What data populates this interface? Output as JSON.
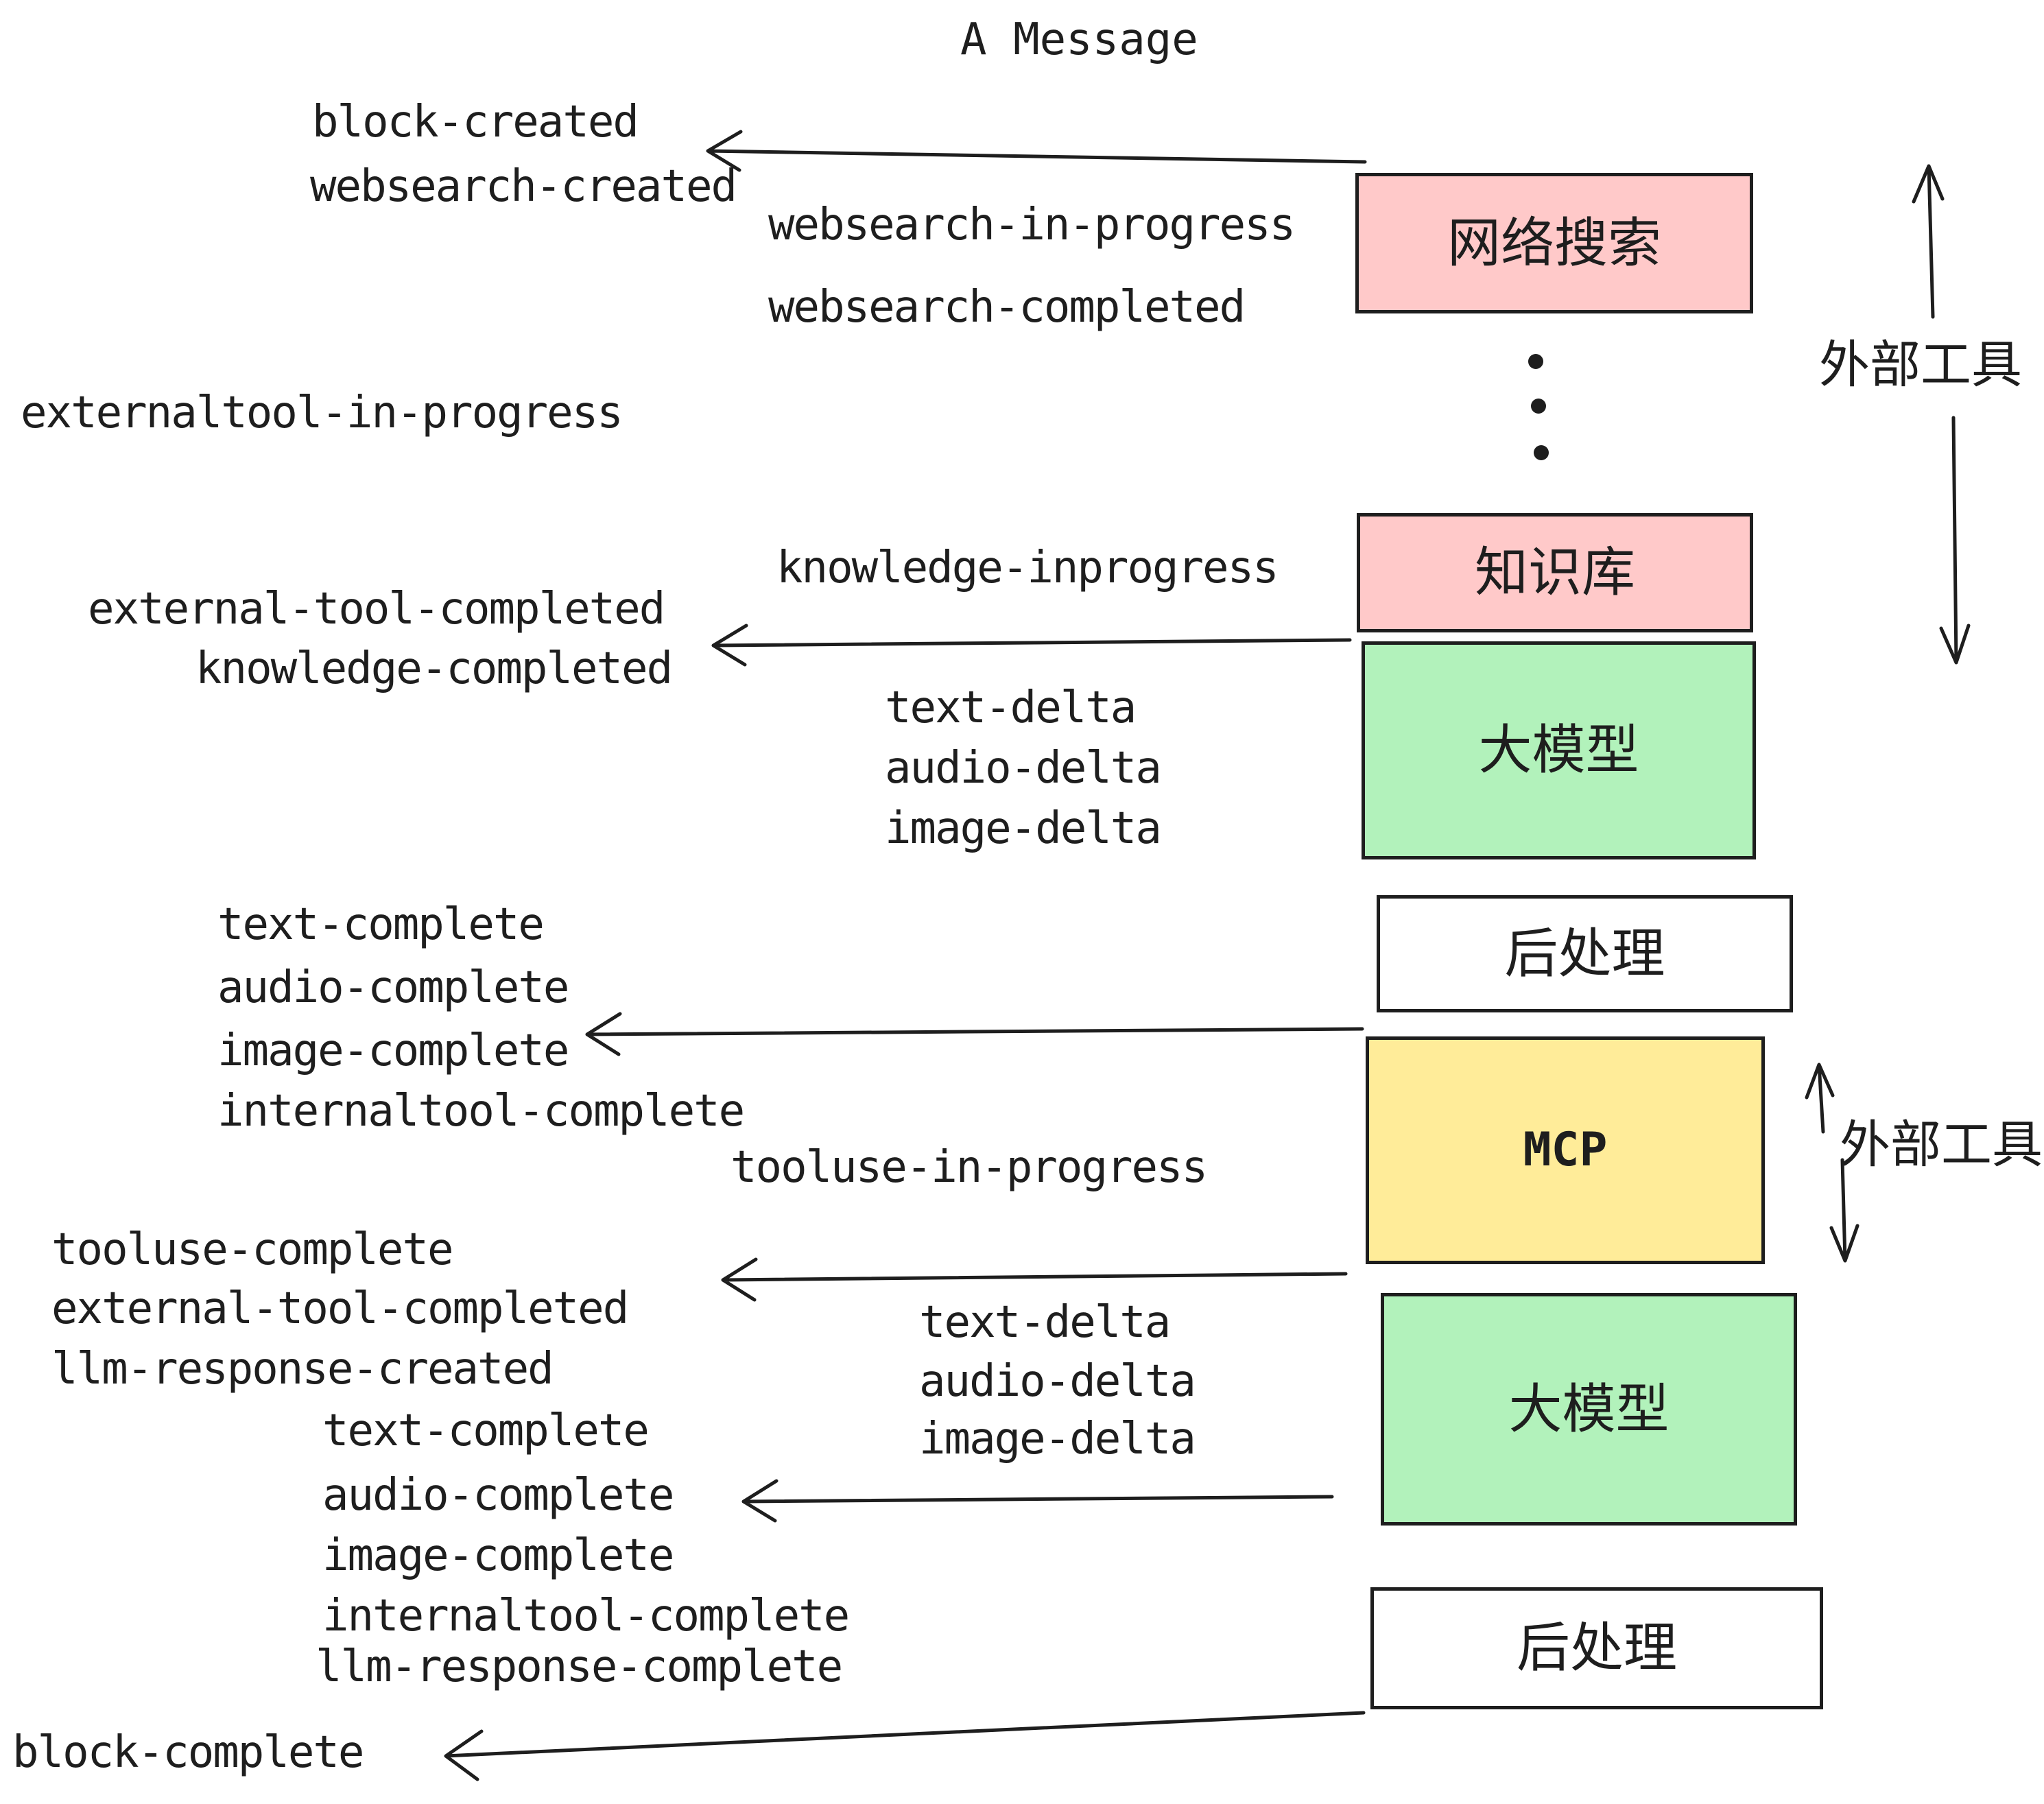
{
  "title": "A Message",
  "colors": {
    "pink": "#ffc9c9",
    "green": "#b2f2bb",
    "yellow": "#ffec99",
    "white": "#ffffff",
    "ink": "#1e1e1e"
  },
  "events": {
    "block_created": "block-created",
    "websearch_created": "websearch-created",
    "websearch_in_progress": "websearch-in-progress",
    "websearch_completed": "websearch-completed",
    "externaltool_in_progress": "externaltool-in-progress",
    "knowledge_inprogress": "knowledge-inprogress",
    "external_tool_completed": "external-tool-completed",
    "knowledge_completed": "knowledge-completed",
    "text_delta": "text-delta",
    "audio_delta": "audio-delta",
    "image_delta": "image-delta",
    "text_complete": "text-complete",
    "audio_complete": "audio-complete",
    "image_complete": "image-complete",
    "internaltool_complete": "internaltool-complete",
    "tooluse_in_progress": "tooluse-in-progress",
    "tooluse_complete": "tooluse-complete",
    "external_tool_completed_2": "external-tool-completed",
    "llm_response_created": "llm-response-created",
    "text_complete_2": "text-complete",
    "audio_complete_2": "audio-complete",
    "image_complete_2": "image-complete",
    "internaltool_complete_2": "internaltool-complete",
    "llm_response_complete": "llm-response-complete",
    "block_complete": "block-complete",
    "text_delta_2": "text-delta",
    "audio_delta_2": "audio-delta",
    "image_delta_2": "image-delta"
  },
  "boxes": {
    "websearch": {
      "label": "网络搜索"
    },
    "knowledge": {
      "label": "知识库"
    },
    "llm1": {
      "label": "大模型"
    },
    "post1": {
      "label": "后处理"
    },
    "mcp": {
      "label": "MCP"
    },
    "llm2": {
      "label": "大模型"
    },
    "post2": {
      "label": "后处理"
    }
  },
  "annotations": {
    "external_tools_top": "外部工具",
    "external_tools_bottom": "外部工具"
  }
}
